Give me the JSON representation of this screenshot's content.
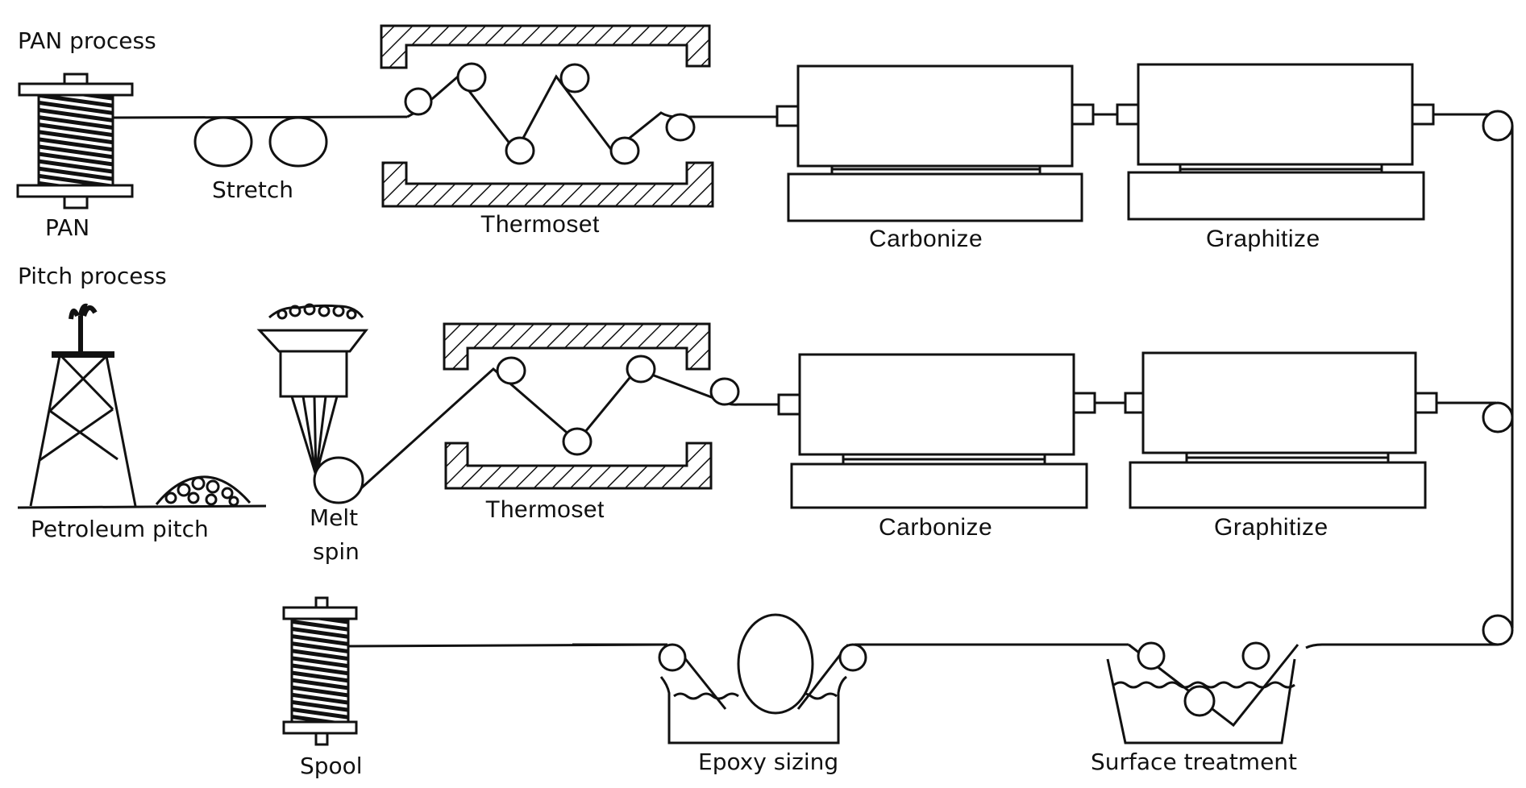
{
  "title": "Carbon fiber production processes",
  "sections": {
    "pan_process": "PAN process",
    "pitch_process": "Pitch process"
  },
  "labels": {
    "pan": "PAN",
    "stretch": "Stretch",
    "thermoset_top": "Thermoset",
    "carbonize_top": "Carbonize",
    "graphitize_top": "Graphitize",
    "petroleum_pitch": "Petroleum pitch",
    "melt_line1": "Melt",
    "melt_line2": "spin",
    "thermoset_mid": "Thermoset",
    "carbonize_mid": "Carbonize",
    "graphitize_mid": "Graphitize",
    "spool": "Spool",
    "epoxy_sizing": "Epoxy sizing",
    "surface_treatment": "Surface treatment"
  },
  "flow": [
    "PAN",
    "Stretch",
    "Thermoset",
    "Carbonize",
    "Graphitize",
    "Surface treatment",
    "Epoxy sizing",
    "Spool"
  ],
  "flow_pitch": [
    "Petroleum pitch",
    "Melt spin",
    "Thermoset",
    "Carbonize",
    "Graphitize",
    "Surface treatment",
    "Epoxy sizing",
    "Spool"
  ]
}
